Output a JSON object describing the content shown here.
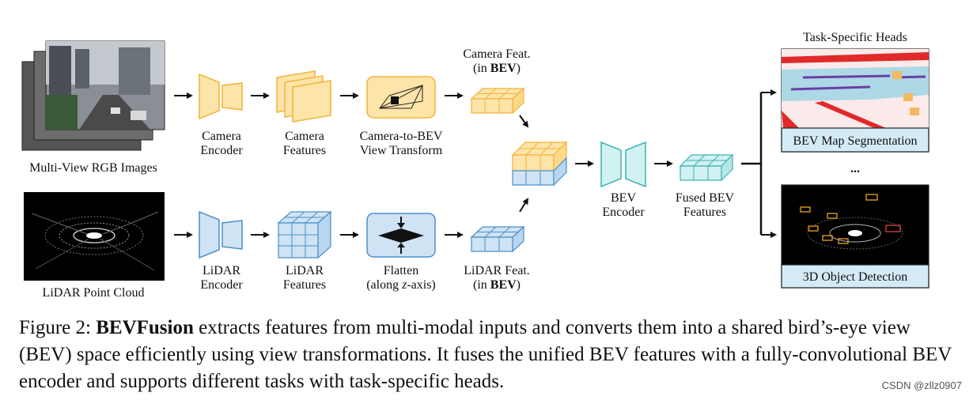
{
  "inputs": {
    "camera": "Multi-View RGB Images",
    "lidar": "LiDAR Point Cloud"
  },
  "camera_branch": {
    "encoder": [
      "Camera",
      "Encoder"
    ],
    "features": [
      "Camera",
      "Features"
    ],
    "transform": [
      "Camera-to-BEV",
      "View Transform"
    ],
    "feat_prefix": "Camera Feat.",
    "feat_in": "(in ",
    "feat_bev": "BEV",
    "feat_close": ")"
  },
  "lidar_branch": {
    "encoder": [
      "LiDAR",
      "Encoder"
    ],
    "features": [
      "LiDAR",
      "Features"
    ],
    "flatten": "Flatten",
    "flatten_sub_a": "(along ",
    "flatten_sub_z": "z",
    "flatten_sub_b": "-axis)",
    "feat_prefix": "LiDAR Feat.",
    "feat_in": "(in ",
    "feat_bev": "BEV",
    "feat_close": ")"
  },
  "fusion": {
    "bev_encoder": [
      "BEV",
      "Encoder"
    ],
    "fused": [
      "Fused BEV",
      "Features"
    ]
  },
  "heads": {
    "title": "Task-Specific Heads",
    "seg": "BEV Map Segmentation",
    "ellipsis": "...",
    "det": "3D Object Detection"
  },
  "caption": {
    "prefix": "Figure 2: ",
    "name": "BEVFusion",
    "text": " extracts features from multi-modal inputs and converts them into a shared bird’s-eye view (BEV) space efficiently using view transformations. It fuses the unified BEV features with a fully-convolutional BEV encoder and supports different tasks with task-specific heads."
  },
  "watermark": "CSDN @zllz0907",
  "colors": {
    "camera_fill": "#fde4a8",
    "camera_stroke": "#f0b43c",
    "lidar_fill": "#cfe3f5",
    "lidar_stroke": "#4a90c8",
    "fused_fill": "#d2f1f1",
    "fused_stroke": "#3cb4b4",
    "seg_bg": "#add8e6",
    "head_label_bg": "#d4ebf7"
  }
}
